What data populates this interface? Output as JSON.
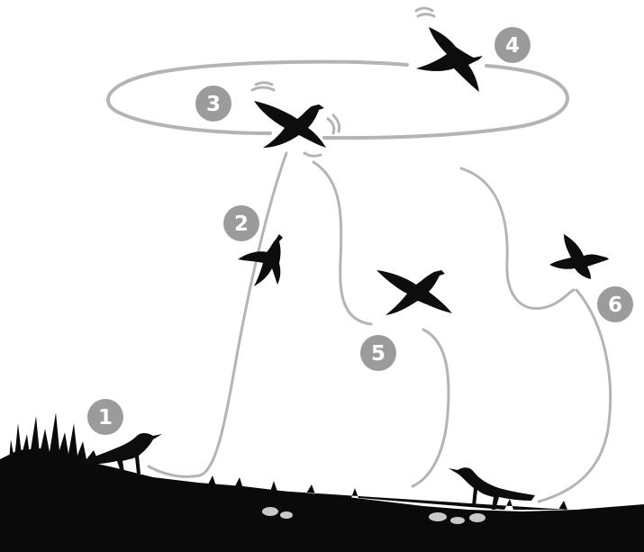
{
  "colors": {
    "background": "#ffffff",
    "path": "#b4b4b4",
    "badge": "#9b9b9b",
    "badge_text": "#ffffff",
    "silhouette": "#0d0d0d",
    "ground": "#0a0a0a",
    "stones": "#c8c8c8"
  },
  "steps": [
    {
      "id": "1",
      "label": "1"
    },
    {
      "id": "2",
      "label": "2"
    },
    {
      "id": "3",
      "label": "3"
    },
    {
      "id": "4",
      "label": "4"
    },
    {
      "id": "5",
      "label": "5"
    },
    {
      "id": "6",
      "label": "6"
    }
  ],
  "icons": {
    "bird": "bird-silhouette-icon",
    "ground": "grass-ground-silhouette",
    "motion": "wing-flap-motion-marks"
  }
}
